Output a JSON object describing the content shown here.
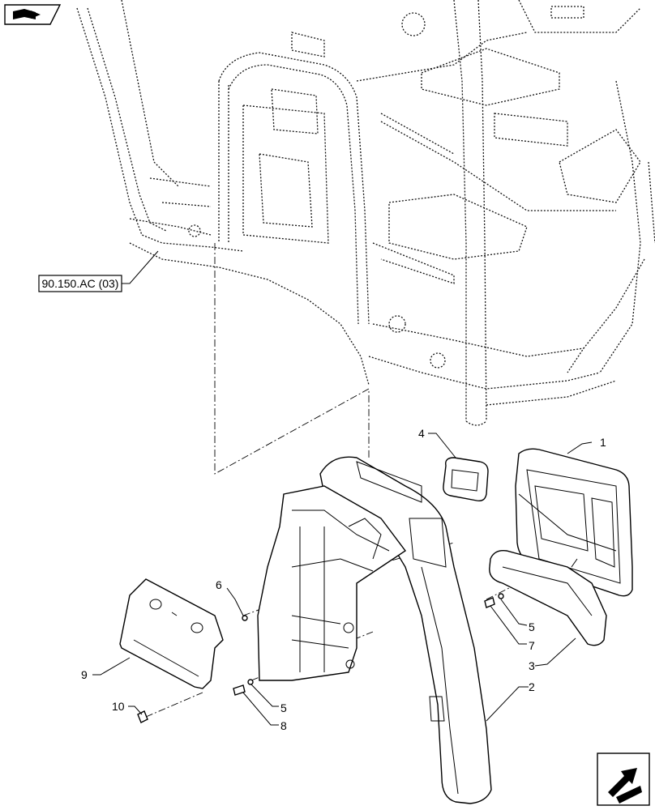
{
  "reference_label": "90.150.AC (03)",
  "icons": {
    "top_left": "book-arrow-icon",
    "bottom_right": "navigate-arrow-icon"
  },
  "callouts": [
    {
      "id": "c1",
      "text": "1"
    },
    {
      "id": "c2",
      "text": "2"
    },
    {
      "id": "c3",
      "text": "3"
    },
    {
      "id": "c4",
      "text": "4"
    },
    {
      "id": "c5a",
      "text": "5"
    },
    {
      "id": "c5b",
      "text": "5"
    },
    {
      "id": "c6",
      "text": "6"
    },
    {
      "id": "c7",
      "text": "7"
    },
    {
      "id": "c8",
      "text": "8"
    },
    {
      "id": "c9",
      "text": "9"
    },
    {
      "id": "c10",
      "text": "10"
    }
  ]
}
